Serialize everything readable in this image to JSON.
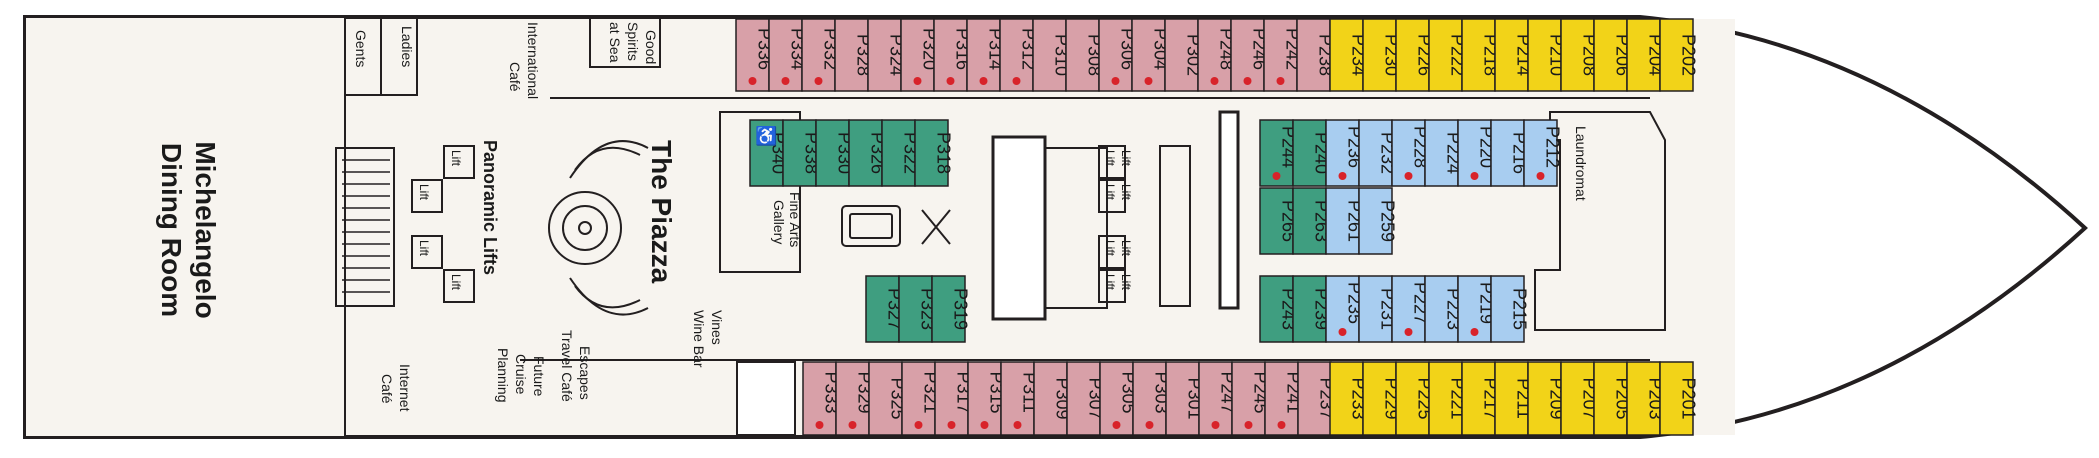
{
  "colors": {
    "pink": "#d8a0a8",
    "yellow": "#f2d318",
    "blue": "#a8cdf0",
    "green": "#3f9e80",
    "dot": "#d8232a",
    "outline": "#231f20",
    "floor": "#f7f4ef"
  },
  "venues": {
    "dining_line1": "Michelangelo",
    "dining_line2": "Dining Room",
    "gents": "Gents",
    "ladies": "Ladies",
    "intl_cafe_line1": "International",
    "intl_cafe_line2": "Café",
    "good_spirits_line1": "Good",
    "good_spirits_line2": "Spirits",
    "good_spirits_line3": "at Sea",
    "piazza": "The Piazza",
    "panoramic_lifts": "Panoramic Lifts",
    "lift": "Lift",
    "fine_arts_line1": "Fine Arts",
    "fine_arts_line2": "Gallery",
    "vines_line1": "Vines",
    "vines_line2": "Wine Bar",
    "internet_line1": "Internet",
    "internet_line2": "Café",
    "future_line1": "Future",
    "future_line2": "Cruise",
    "future_line3": "Planning",
    "escapes_line1": "Escapes",
    "escapes_line2": "Travel Café",
    "laundromat": "Laundromat"
  },
  "cabins": {
    "top_pink": [
      {
        "label": "P336",
        "dot": true
      },
      {
        "label": "P334",
        "dot": true
      },
      {
        "label": "P332",
        "dot": true
      },
      {
        "label": "P328",
        "dot": false
      },
      {
        "label": "P324",
        "dot": false
      },
      {
        "label": "P320",
        "dot": true
      },
      {
        "label": "P316",
        "dot": true
      },
      {
        "label": "P314",
        "dot": true
      },
      {
        "label": "P312",
        "dot": true
      },
      {
        "label": "P310",
        "dot": false
      },
      {
        "label": "P308",
        "dot": false
      },
      {
        "label": "P306",
        "dot": true
      },
      {
        "label": "P304",
        "dot": true
      },
      {
        "label": "P302",
        "dot": false
      },
      {
        "label": "P248",
        "dot": true
      },
      {
        "label": "P246",
        "dot": true
      },
      {
        "label": "P242",
        "dot": true
      },
      {
        "label": "P238",
        "dot": false
      }
    ],
    "top_yellow": [
      "P234",
      "P230",
      "P226",
      "P222",
      "P218",
      "P214",
      "P210",
      "P208",
      "P206",
      "P204",
      "P202"
    ],
    "bottom_pink": [
      {
        "label": "P333",
        "dot": true
      },
      {
        "label": "P329",
        "dot": true
      },
      {
        "label": "P325",
        "dot": false
      },
      {
        "label": "P321",
        "dot": true
      },
      {
        "label": "P317",
        "dot": true
      },
      {
        "label": "P315",
        "dot": true
      },
      {
        "label": "P311",
        "dot": true
      },
      {
        "label": "P309",
        "dot": false
      },
      {
        "label": "P307",
        "dot": false
      },
      {
        "label": "P305",
        "dot": true
      },
      {
        "label": "P303",
        "dot": true
      },
      {
        "label": "P301",
        "dot": false
      },
      {
        "label": "P247",
        "dot": true
      },
      {
        "label": "P245",
        "dot": true
      },
      {
        "label": "P241",
        "dot": true
      },
      {
        "label": "P237",
        "dot": false
      }
    ],
    "bottom_yellow": [
      "P233",
      "P229",
      "P225",
      "P221",
      "P217",
      "P211",
      "P209",
      "P207",
      "P205",
      "P203",
      "P201"
    ],
    "green_upper": [
      {
        "label": "P340",
        "accessible": true
      },
      {
        "label": "P338",
        "accessible": false
      },
      {
        "label": "P330",
        "accessible": false
      },
      {
        "label": "P326",
        "accessible": false
      },
      {
        "label": "P322",
        "accessible": false
      },
      {
        "label": "P318",
        "accessible": false
      }
    ],
    "green_lower": [
      "P327",
      "P323",
      "P319"
    ],
    "mid_upper_green": [
      {
        "label": "P244",
        "dot": true
      },
      {
        "label": "P240",
        "dot": false
      }
    ],
    "mid_upper_blue": [
      {
        "label": "P236",
        "dot": true
      },
      {
        "label": "P232",
        "dot": false
      },
      {
        "label": "P228",
        "dot": true
      },
      {
        "label": "P224",
        "dot": false
      },
      {
        "label": "P220",
        "dot": true
      },
      {
        "label": "P216",
        "dot": false
      },
      {
        "label": "P212",
        "dot": true
      }
    ],
    "mid_inner_green": [
      "P265",
      "P263"
    ],
    "mid_inner_blue": [
      "P261",
      "P259"
    ],
    "mid_lower_green": [
      {
        "label": "P243",
        "dot": false
      },
      {
        "label": "P239",
        "dot": false
      }
    ],
    "mid_lower_blue": [
      {
        "label": "P235",
        "dot": true
      },
      {
        "label": "P231",
        "dot": false
      },
      {
        "label": "P227",
        "dot": true
      },
      {
        "label": "P223",
        "dot": false
      },
      {
        "label": "P219",
        "dot": true
      },
      {
        "label": "P215",
        "dot": false
      }
    ]
  }
}
